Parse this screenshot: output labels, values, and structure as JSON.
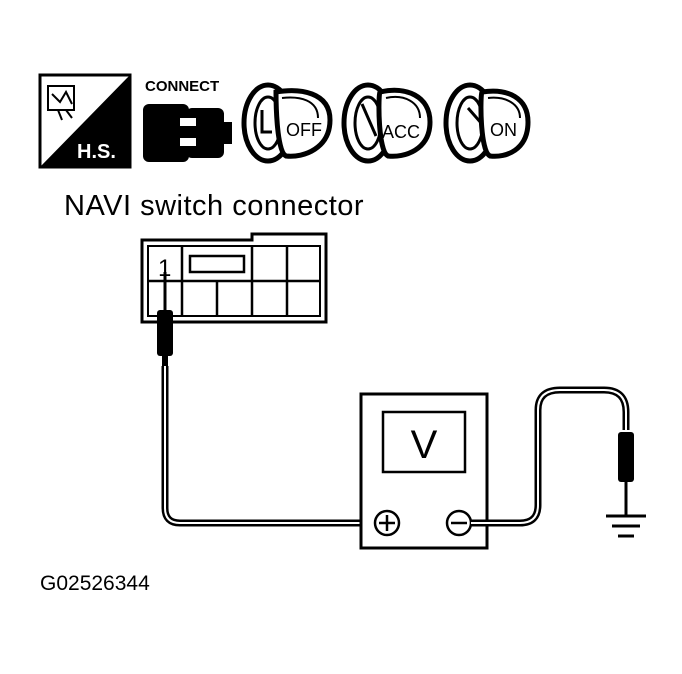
{
  "icons": {
    "hs_label": "H.S.",
    "connect_label": "CONNECT",
    "key_off_label": "OFF",
    "key_acc_label": "ACC",
    "key_on_label": "ON"
  },
  "connector": {
    "title": "NAVI switch connector",
    "pin_number": "1"
  },
  "meter": {
    "display": "V",
    "plus_terminal": "⊕",
    "minus_terminal": "⊖"
  },
  "figure_code": "G02526344"
}
